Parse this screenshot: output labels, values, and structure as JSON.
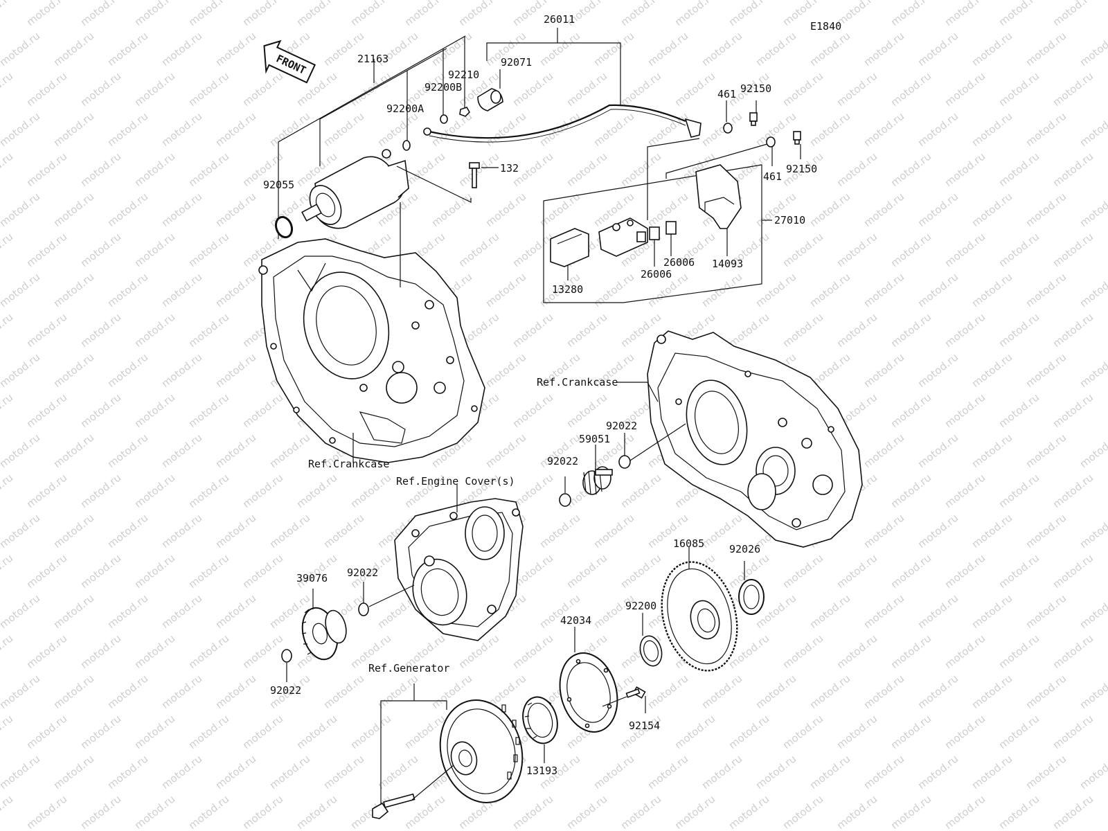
{
  "diagram_code": "E1840",
  "front_arrow": "FRONT",
  "parts": {
    "p26011": "26011",
    "p21163": "21163",
    "p92210": "92210",
    "p92200B": "92200B",
    "p92071": "92071",
    "p92200A": "92200A",
    "p461a": "461",
    "p92150a": "92150",
    "p461b": "461",
    "p92150b": "92150",
    "p92055": "92055",
    "p132": "132",
    "p27010": "27010",
    "p26006a": "26006",
    "p26006b": "26006",
    "p14093": "14093",
    "p13280": "13280",
    "p92022a": "92022",
    "p59051": "59051",
    "p92022b": "92022",
    "p92022c": "92022",
    "p39076": "39076",
    "p92022d": "92022",
    "p16085": "16085",
    "p92026": "92026",
    "p92200": "92200",
    "p42034": "42034",
    "p92154": "92154",
    "p13193": "13193"
  },
  "refs": {
    "crankcase_left": "Ref.Crankcase",
    "crankcase_right": "Ref.Crankcase",
    "engine_cover": "Ref.Engine Cover(s)",
    "generator": "Ref.Generator"
  },
  "watermark": "motod.ru"
}
